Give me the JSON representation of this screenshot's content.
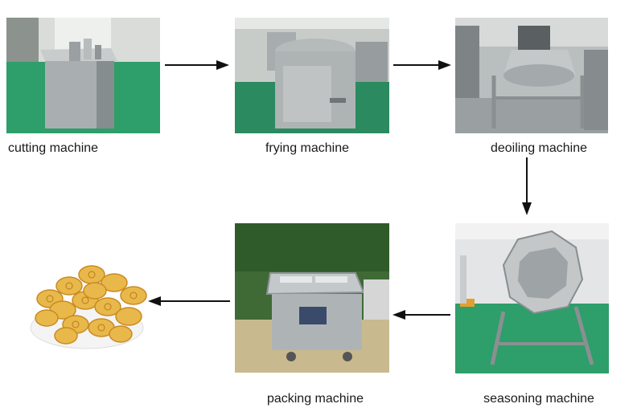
{
  "steps": [
    {
      "id": "cutting",
      "label": "cutting machine"
    },
    {
      "id": "frying",
      "label": "frying machine"
    },
    {
      "id": "deoiling",
      "label": "deoiling machine"
    },
    {
      "id": "seasoning",
      "label": "seasoning machine"
    },
    {
      "id": "packing",
      "label": "packing machine"
    },
    {
      "id": "product",
      "label": ""
    }
  ],
  "flow": [
    "cutting",
    "frying",
    "deoiling",
    "seasoning",
    "packing",
    "product"
  ],
  "colors": {
    "background": "#ffffff",
    "arrow": "#111111",
    "text": "#1a1a1a",
    "factory_floor": "#2e9e6a",
    "steel": "#b8b8b8",
    "chips": "#e9b84a"
  }
}
